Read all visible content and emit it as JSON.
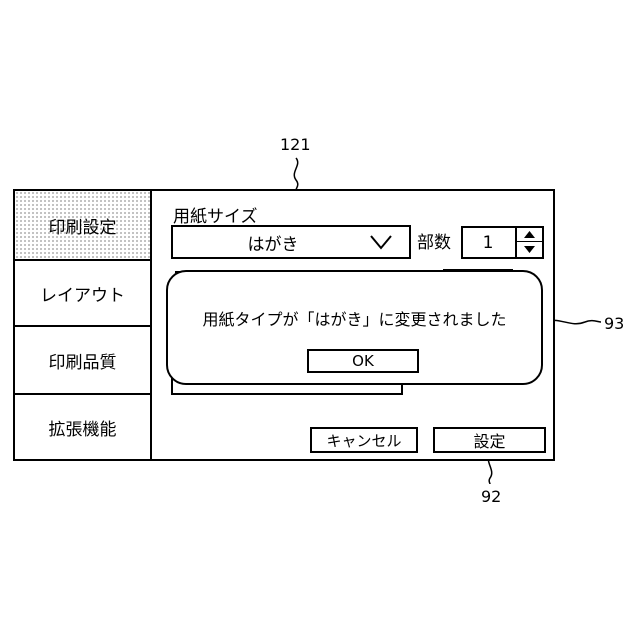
{
  "refs": {
    "dialog": "121",
    "popup": "93",
    "set_button": "92"
  },
  "sidebar": {
    "tabs": [
      {
        "label": "印刷設定",
        "active": true
      },
      {
        "label": "レイアウト",
        "active": false
      },
      {
        "label": "印刷品質",
        "active": false
      },
      {
        "label": "拡張機能",
        "active": false
      }
    ]
  },
  "main": {
    "paper_size_label": "用紙サイズ",
    "paper_size_value": "はがき",
    "copies_label": "部数",
    "copies_value": "1"
  },
  "popup": {
    "message": "用紙タイプが「はがき」に変更されました",
    "ok_label": "OK"
  },
  "footer": {
    "cancel_label": "キャンセル",
    "set_label": "設定"
  },
  "icons": {
    "dropdown": "chevron-down-icon",
    "spinner_up": "triangle-up-icon",
    "spinner_down": "triangle-down-icon"
  }
}
